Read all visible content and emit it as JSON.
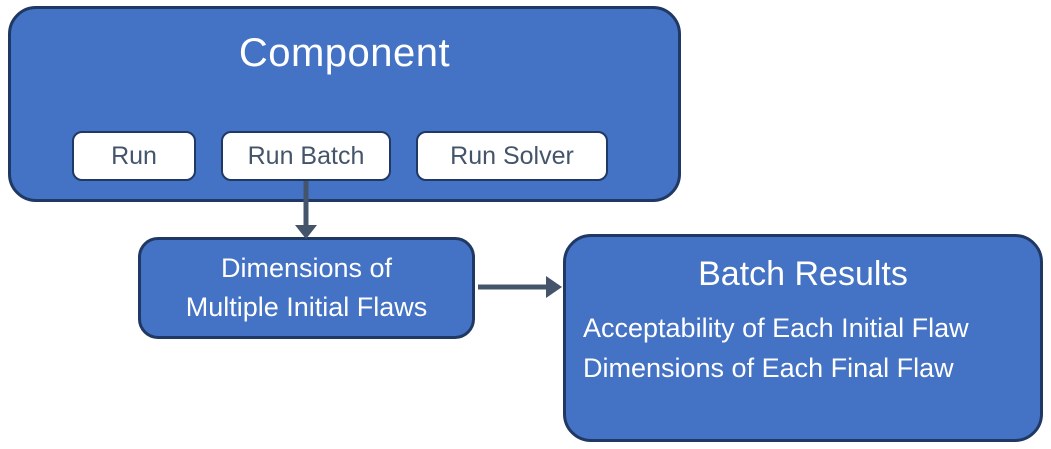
{
  "colors": {
    "background": "#FFFFFF",
    "box_fill": "#4472C4",
    "box_border": "#1F3864",
    "box_text": "#FFFFFF",
    "button_fill": "#FFFFFF",
    "button_border": "#203864",
    "button_text": "#44546A",
    "arrow": "#44546A"
  },
  "diagram": {
    "component_box": {
      "title": "Component",
      "buttons": [
        {
          "label": "Run"
        },
        {
          "label": "Run Batch"
        },
        {
          "label": "Run Solver"
        }
      ]
    },
    "flaws_box": {
      "lines": [
        "Dimensions of",
        "Multiple Initial Flaws"
      ]
    },
    "results_box": {
      "title": "Batch Results",
      "lines": [
        "Acceptability of Each Initial Flaw",
        "Dimensions of Each Final Flaw"
      ]
    },
    "connectors": [
      {
        "name": "run-batch-to-flaws",
        "direction": "down"
      },
      {
        "name": "flaws-to-results",
        "direction": "right"
      }
    ]
  }
}
